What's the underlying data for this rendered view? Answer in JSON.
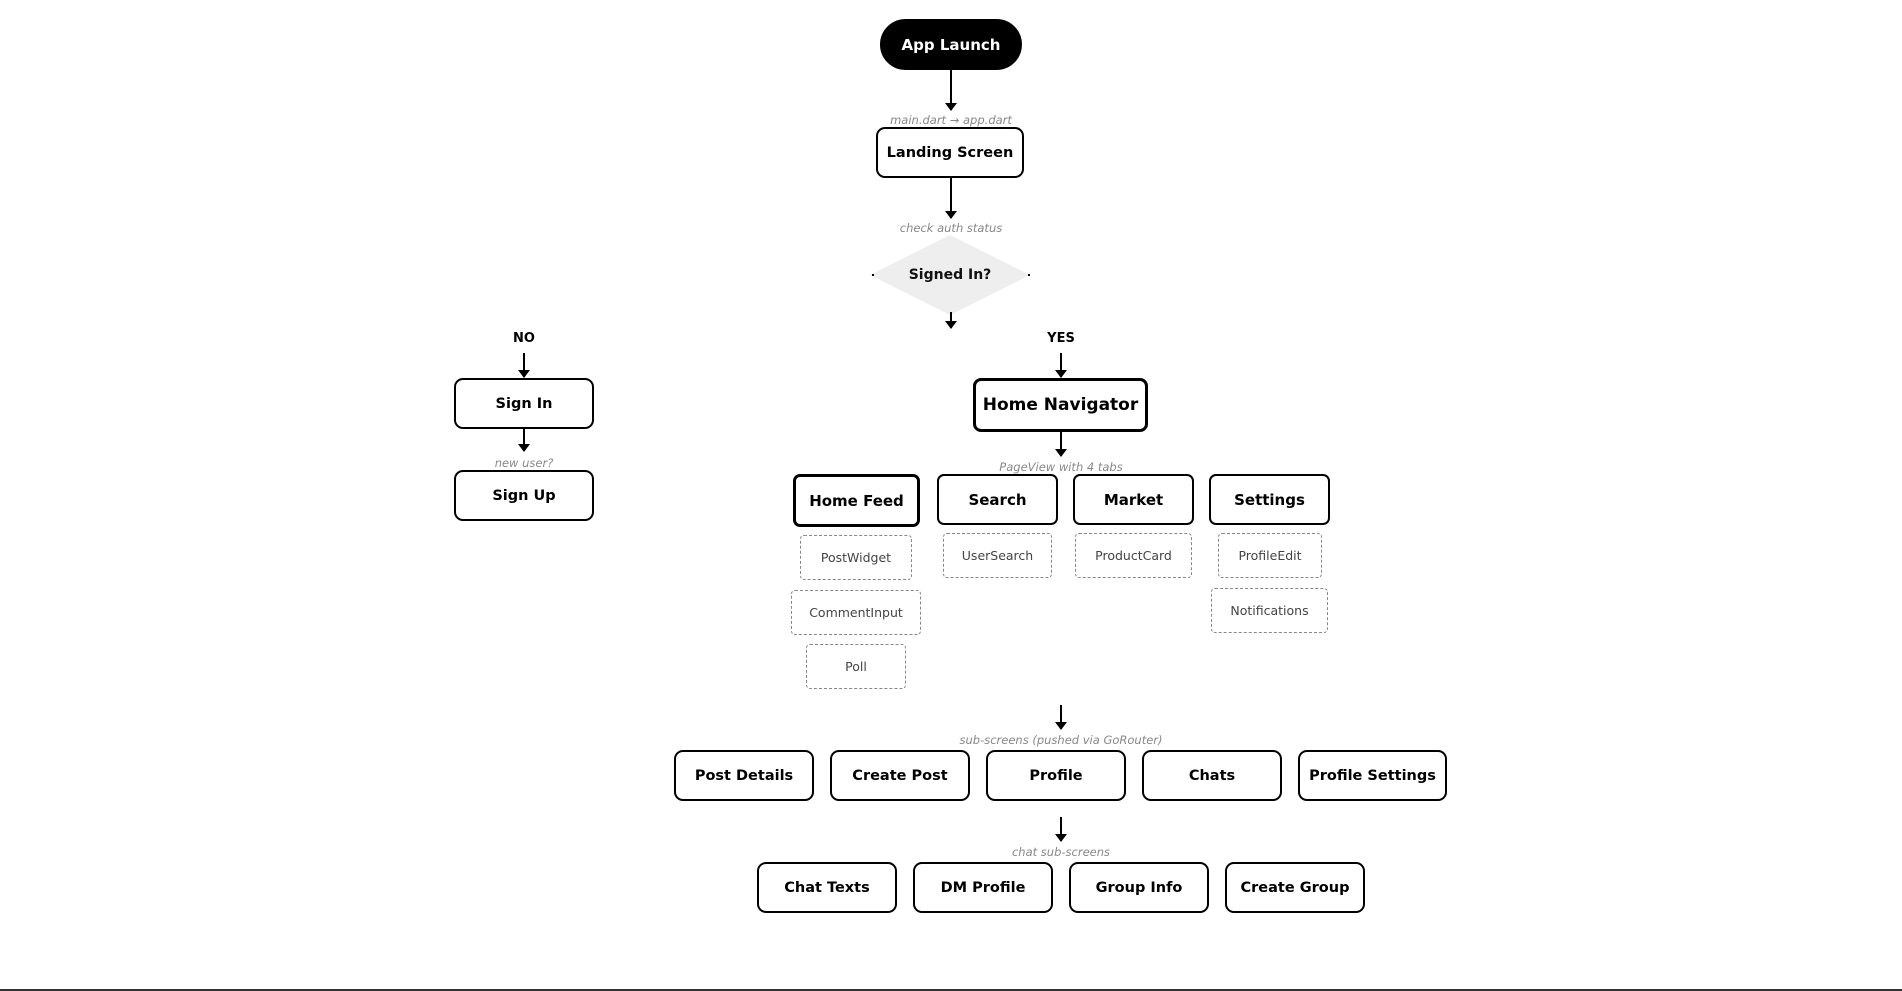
{
  "nodes": {
    "app_launch": "App Launch",
    "landing_screen": "Landing Screen",
    "signed_in": "Signed In?",
    "sign_in": "Sign In",
    "sign_up": "Sign Up",
    "home_navigator": "Home Navigator",
    "tabs": [
      "Home Feed",
      "Search",
      "Market",
      "Settings"
    ],
    "home_feed_widgets": [
      "PostWidget",
      "CommentInput",
      "Poll"
    ],
    "search_widgets": [
      "UserSearch"
    ],
    "market_widgets": [
      "ProductCard"
    ],
    "settings_widgets": [
      "ProfileEdit",
      "Notifications"
    ],
    "sub_screens": [
      "Post Details",
      "Create Post",
      "Profile",
      "Chats",
      "Profile Settings"
    ],
    "chat_sub_screens": [
      "Chat Texts",
      "DM Profile",
      "Group Info",
      "Create Group"
    ]
  },
  "edge_labels": {
    "launch_to_landing": "main.dart → app.dart",
    "landing_to_decision": "check auth status",
    "navigator_to_tabs": "PageView with 4 tabs",
    "sign_in_to_sign_up": "new user?",
    "tabs_to_subscreens": "sub-screens (pushed via GoRouter)",
    "subscreens_to_chat": "chat sub-screens"
  },
  "branch_labels": {
    "no": "NO",
    "yes": "YES"
  },
  "colors": {
    "start_fill": "#000000",
    "decision_fill": "#eeeeee",
    "muted_text": "#888888"
  }
}
